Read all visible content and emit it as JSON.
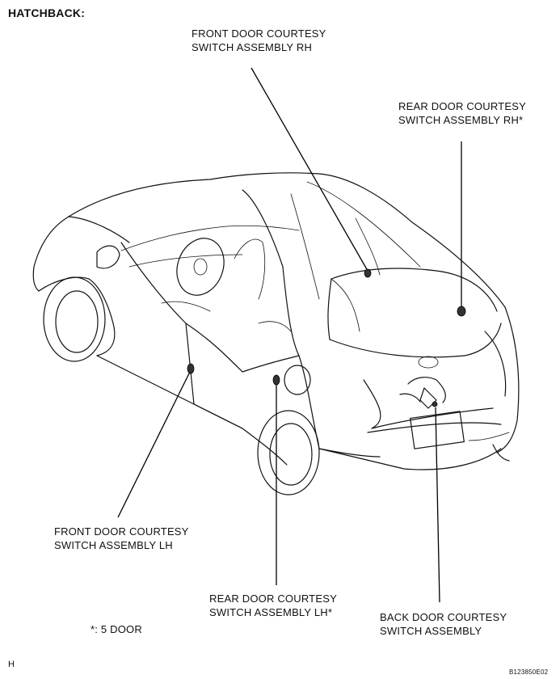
{
  "title": "HATCHBACK:",
  "labels": {
    "front_rh": [
      "FRONT DOOR COURTESY",
      "SWITCH ASSEMBLY RH"
    ],
    "rear_rh": [
      "REAR DOOR COURTESY",
      "SWITCH ASSEMBLY RH*"
    ],
    "front_lh": [
      "FRONT DOOR COURTESY",
      "SWITCH ASSEMBLY LH"
    ],
    "rear_lh": [
      "REAR DOOR COURTESY",
      "SWITCH ASSEMBLY LH*"
    ],
    "back_door": [
      "BACK DOOR COURTESY",
      "SWITCH ASSEMBLY"
    ]
  },
  "footnote": "*: 5 DOOR",
  "corner_left": "H",
  "corner_right": "B123850E02",
  "icons": {
    "car": "car-line-drawing",
    "switch": "courtesy-switch-icon"
  }
}
